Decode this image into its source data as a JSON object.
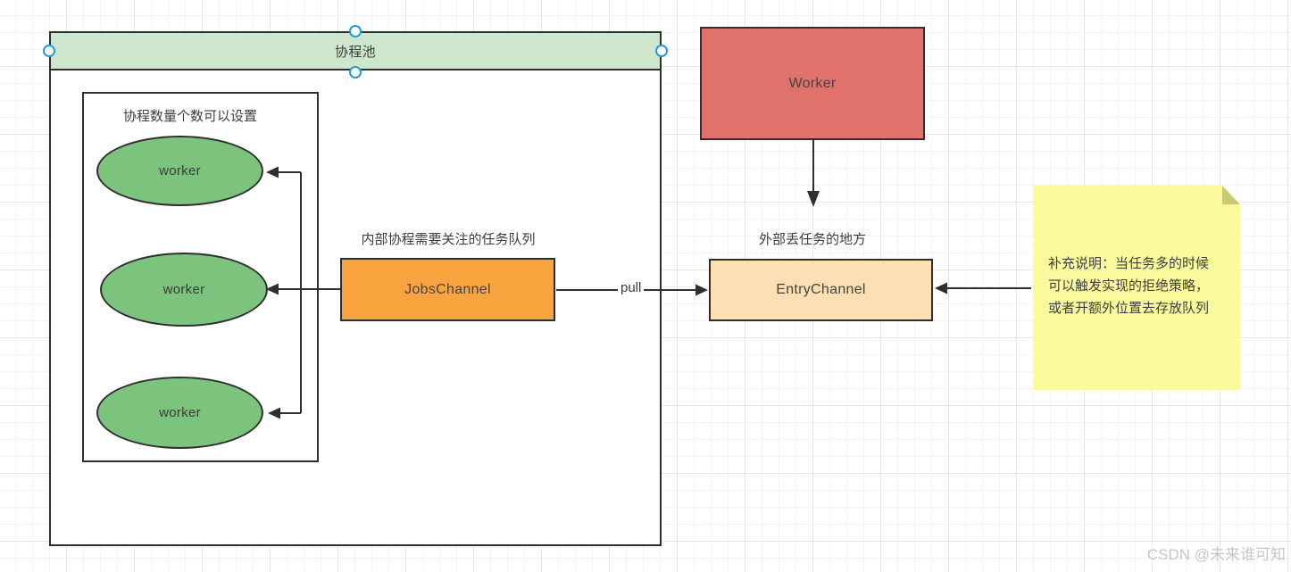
{
  "pool": {
    "header_label": "协程池",
    "inner_box_label": "协程数量个数可以设置",
    "workers": [
      {
        "label": "worker"
      },
      {
        "label": "worker"
      },
      {
        "label": "worker"
      }
    ]
  },
  "jobs_channel": {
    "label": "JobsChannel",
    "caption": "内部协程需要关注的任务队列"
  },
  "entry_channel": {
    "label": "EntryChannel",
    "caption": "外部丢任务的地方"
  },
  "external_worker": {
    "label": "Worker"
  },
  "pull_edge": {
    "label": "pull"
  },
  "note": {
    "lines": [
      "补充说明：当任务多的时候",
      "可以触发实现的拒绝策略，",
      "或者开额外位置去存放队列"
    ]
  },
  "watermark": "CSDN @未来谁可知",
  "colors": {
    "pool_header_green": "#cee6cb",
    "worker_ellipse_green": "#7cc47e",
    "jobs_channel_orange": "#f9a43f",
    "entry_channel_peach": "#fcdfb2",
    "external_worker_red": "#e0716d",
    "note_yellow": "#fbfb9d",
    "note_fold": "#c9c978",
    "selection_handle_blue": "#1f9ce0",
    "stroke_dark": "#2f2f2f",
    "grid_line": "#e7e7e7"
  }
}
